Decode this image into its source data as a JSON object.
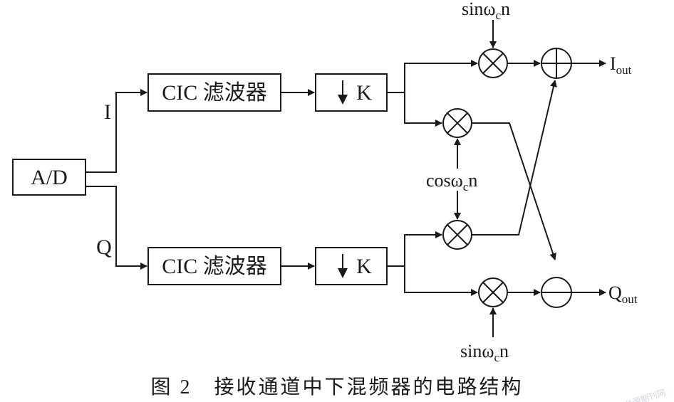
{
  "blocks": {
    "ad": "A/D",
    "cic_i": "CIC 滤波器",
    "cic_q": "CIC 滤波器",
    "down_i": "K",
    "down_q": "K"
  },
  "branch_labels": {
    "i": "I",
    "q": "Q"
  },
  "inputs": {
    "sin_top": {
      "main": "sinω",
      "sub": "c",
      "tail": "n"
    },
    "cos_mid": {
      "main": "cosω",
      "sub": "c",
      "tail": "n"
    },
    "sin_bottom": {
      "main": "sinω",
      "sub": "c",
      "tail": "n"
    }
  },
  "outputs": {
    "i": {
      "main": "I",
      "sub": "out"
    },
    "q": {
      "main": "Q",
      "sub": "out"
    }
  },
  "caption": "图 2　接收通道中下混频器的电路结构",
  "watermark": "龙源期刊网"
}
